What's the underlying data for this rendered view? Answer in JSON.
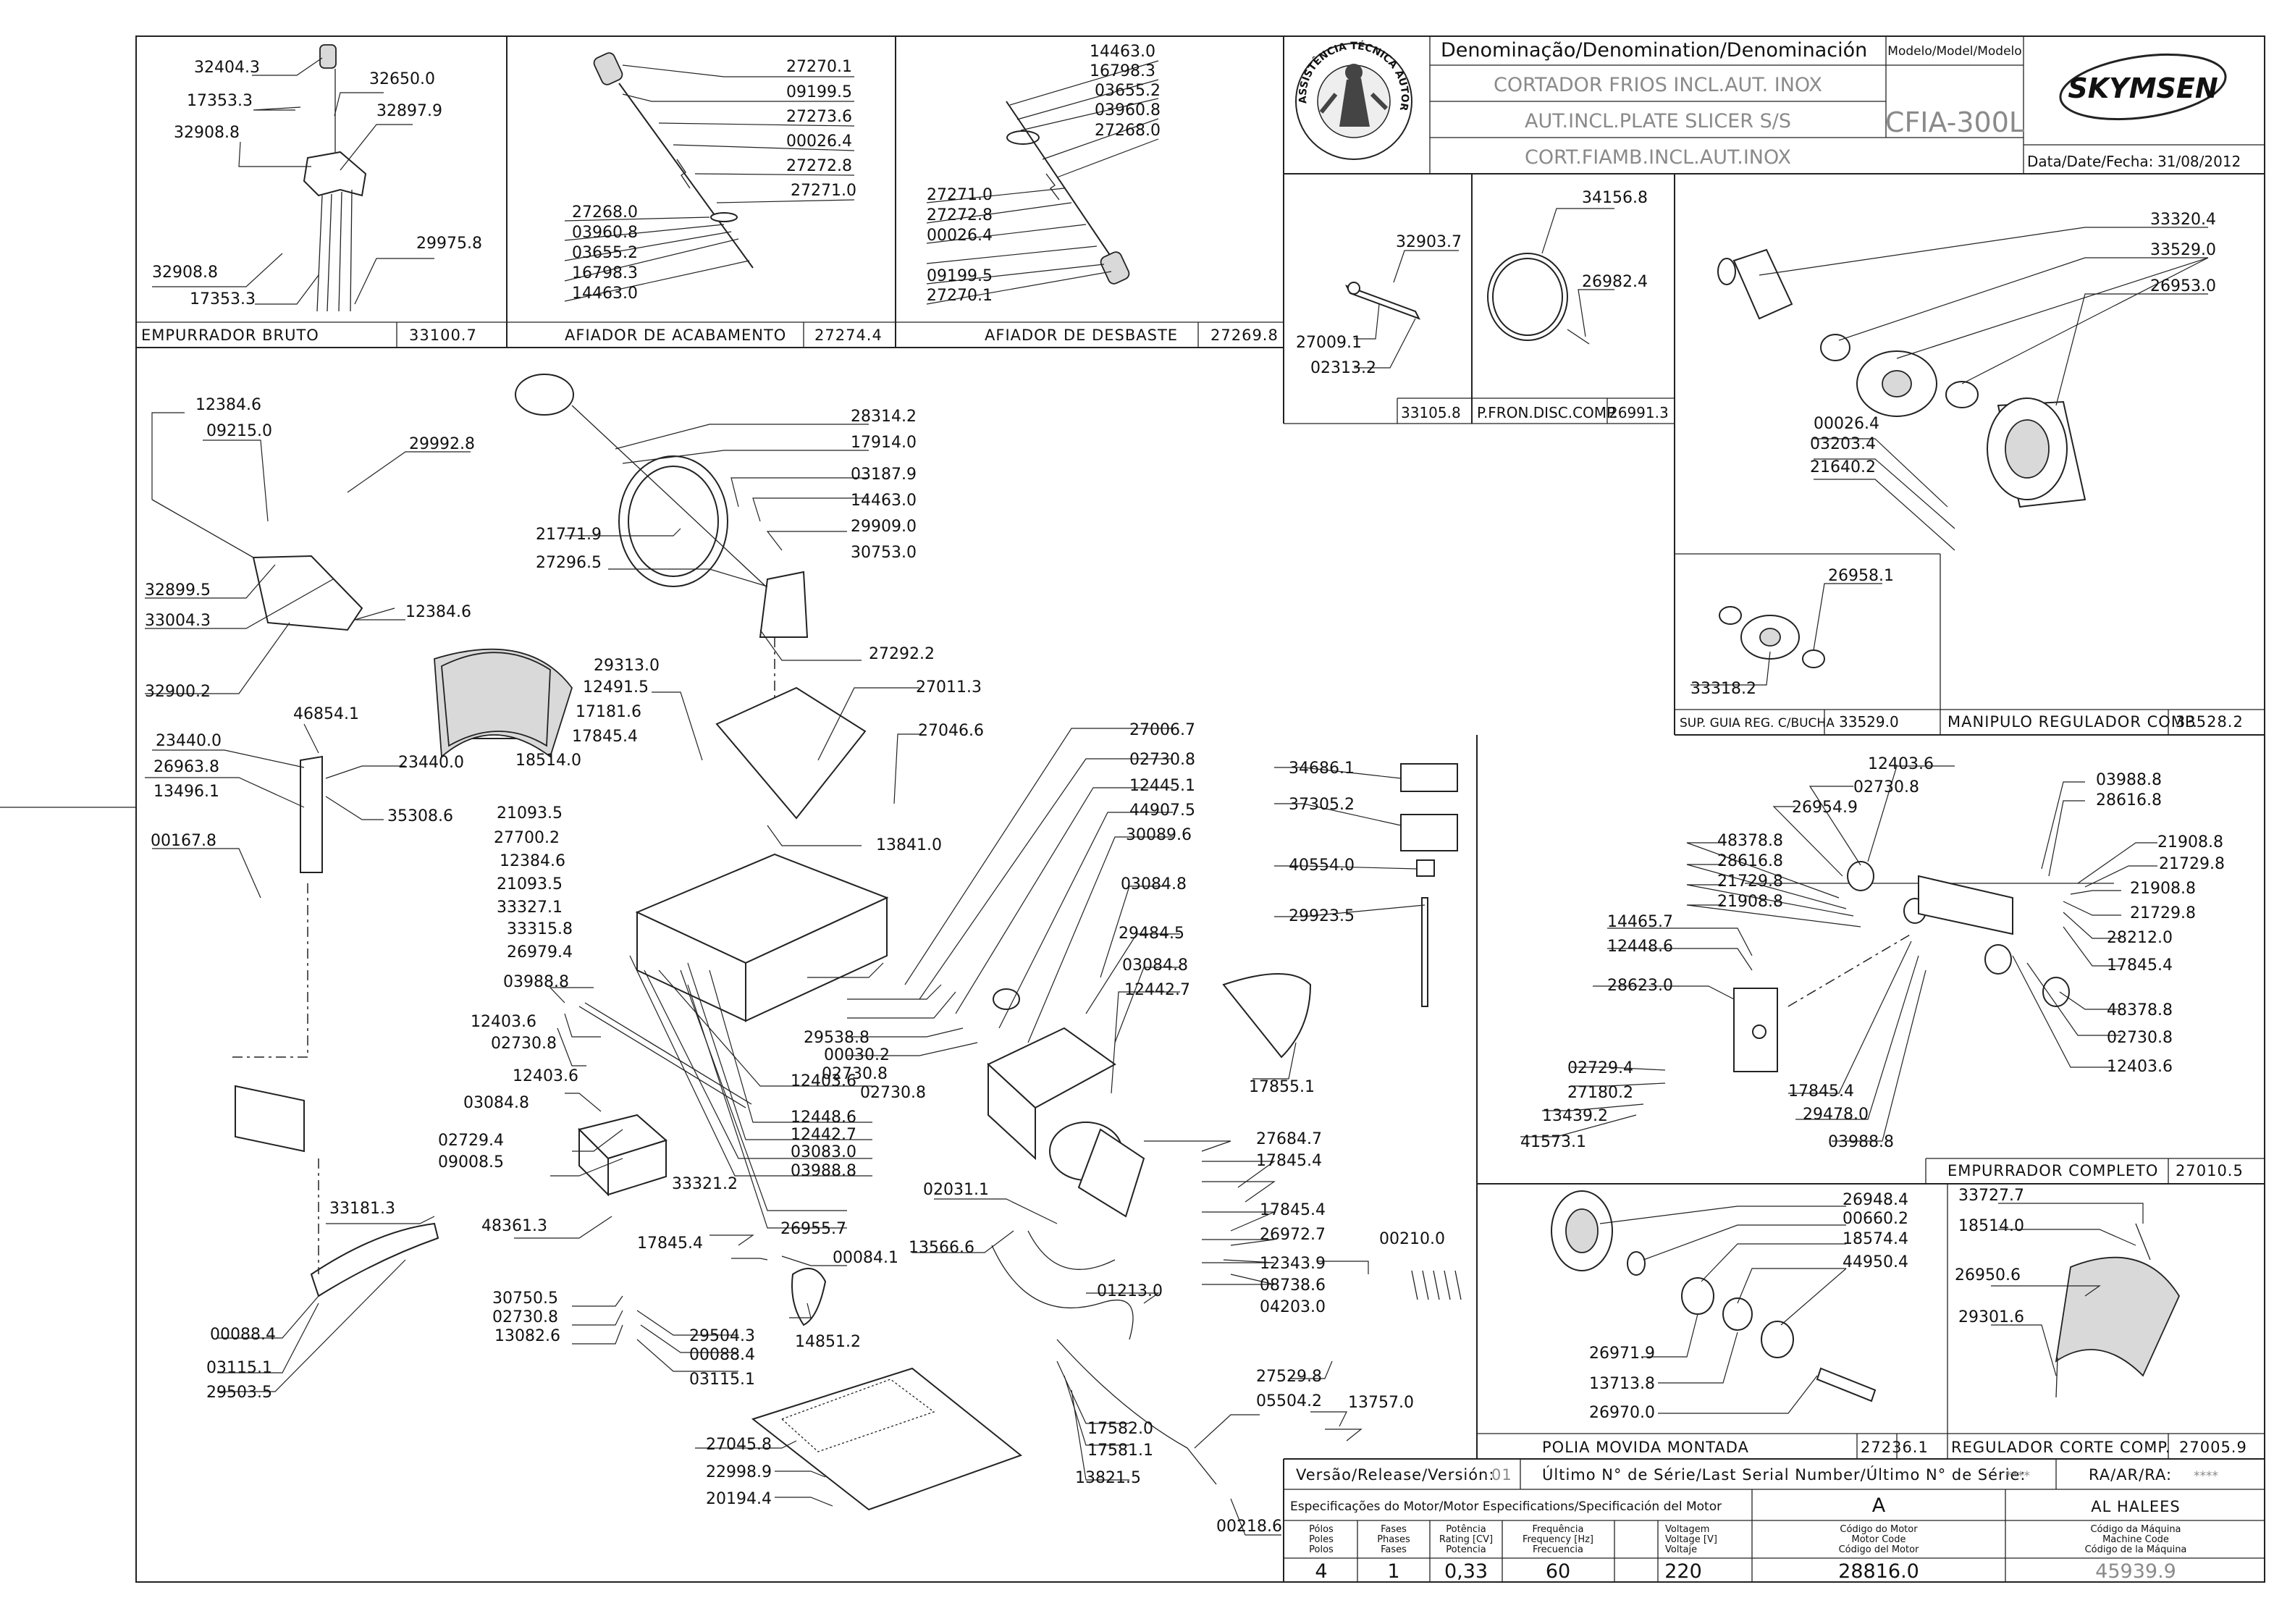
{
  "header": {
    "denomination_label": "Denominação/Denomination/Denominación",
    "model_label": "Modelo/Model/Modelo",
    "names": [
      "CORTADOR FRIOS INCL.AUT. INOX",
      "AUT.INCL.PLATE SLICER S/S",
      "CORT.FIAMB.INCL.AUT.INOX"
    ],
    "model": "CFIA-300L",
    "brand": "SKYMSEN",
    "date_label": "Data/Date/Fecha:",
    "date": "31/08/2012",
    "seal_text": "ASSISTÊNCIA TÉCNICA AUTORIZADA"
  },
  "subassemblies": [
    {
      "name": "EMPURRADOR BRUTO",
      "code": "33100.7"
    },
    {
      "name": "AFIADOR DE ACABAMENTO",
      "code": "27274.4"
    },
    {
      "name": "AFIADOR DE DESBASTE",
      "code": "27269.8"
    },
    {
      "name": "",
      "code": "33105.8"
    },
    {
      "name": "P.FRON.DISC.COMP.",
      "code": "26991.3"
    },
    {
      "name": "SUP. GUIA REG. C/BUCHA",
      "code": "33529.0"
    },
    {
      "name": "MANIPULO REGULADOR COMP.",
      "code": "33528.2"
    },
    {
      "name": "EMPURRADOR COMPLETO",
      "code": "27010.5"
    },
    {
      "name": "POLIA MOVIDA MONTADA",
      "code": "27236.1"
    },
    {
      "name": "REGULADOR CORTE COMP.",
      "code": "27005.9"
    }
  ],
  "labels": {
    "emp_bruto": [
      "32404.3",
      "32650.0",
      "17353.3",
      "32897.9",
      "32908.8",
      "32908.8",
      "17353.3",
      "29975.8"
    ],
    "afiador_acab": [
      "27270.1",
      "09199.5",
      "27273.6",
      "00026.4",
      "27272.8",
      "27271.0",
      "27268.0",
      "03960.8",
      "03655.2",
      "16798.3",
      "14463.0"
    ],
    "afiador_desb": [
      "14463.0",
      "16798.3",
      "03655.2",
      "03960.8",
      "27268.0",
      "27271.0",
      "27272.8",
      "00026.4",
      "09199.5",
      "27270.1"
    ],
    "box_33105": [
      "32903.7",
      "27009.1",
      "02313.2"
    ],
    "box_26991": [
      "34156.8",
      "26982.4"
    ],
    "manipulo": [
      "33320.4",
      "33529.0",
      "26953.0",
      "00026.4",
      "03203.4",
      "21640.2"
    ],
    "sup_guia": [
      "26958.1",
      "33318.2"
    ],
    "main_left": [
      "12384.6",
      "09215.0",
      "29992.8",
      "32899.5",
      "33004.3",
      "12384.6",
      "32900.2",
      "46854.1",
      "23440.0",
      "23440.0",
      "26963.8",
      "13496.1",
      "35308.6",
      "00167.8",
      "33181.3",
      "00088.4",
      "03115.1",
      "29503.5"
    ],
    "main_center": [
      "28314.2",
      "17914.0",
      "03187.9",
      "14463.0",
      "29909.0",
      "21771.9",
      "30753.0",
      "27296.5",
      "27292.2",
      "29313.0",
      "12491.5",
      "27011.3",
      "17181.6",
      "17845.4",
      "27046.6",
      "18514.0",
      "21093.5",
      "27700.2",
      "12384.6",
      "21093.5",
      "33327.1",
      "13841.0",
      "33315.8",
      "26979.4",
      "03988.8",
      "12403.6",
      "02730.8",
      "12403.6",
      "03084.8",
      "02729.4",
      "09008.5",
      "48361.3",
      "33321.2",
      "17845.4",
      "00084.1",
      "30750.5",
      "02730.8",
      "13082.6",
      "29504.3",
      "00088.4",
      "03115.1",
      "14851.2",
      "27045.8",
      "22998.9",
      "20194.4",
      "26955.7",
      "03988.8",
      "03083.0",
      "12403.6",
      "12448.6",
      "12442.7",
      "02730.8",
      "02730.8",
      "00030.2",
      "29538.8"
    ],
    "main_right": [
      "27006.7",
      "02730.8",
      "12445.1",
      "44907.5",
      "30089.6",
      "03084.8",
      "29484.5",
      "03084.8",
      "12442.7",
      "02031.1",
      "13566.6",
      "27684.7",
      "17845.4",
      "17845.4",
      "26972.7",
      "12343.9",
      "08738.6",
      "04203.0",
      "01213.0",
      "00210.0",
      "17582.0",
      "17581.1",
      "13821.5",
      "27529.8",
      "05504.2",
      "13757.0",
      "00218.6",
      "17855.1"
    ],
    "accessories": [
      "34686.1",
      "37305.2",
      "40554.0",
      "29923.5"
    ],
    "emp_completo": [
      "12403.6",
      "03988.8",
      "02730.8",
      "28616.8",
      "26954.9",
      "21908.8",
      "48378.8",
      "28616.8",
      "21729.8",
      "21729.8",
      "21908.8",
      "21908.8",
      "21729.8",
      "14465.7",
      "28212.0",
      "12448.6",
      "17845.4",
      "28623.0",
      "48378.8",
      "02729.4",
      "02730.8",
      "27180.2",
      "12403.6",
      "13439.2",
      "17845.4",
      "41573.1",
      "29478.0",
      "03988.8"
    ],
    "polia": [
      "26948.4",
      "00660.2",
      "18574.4",
      "44950.4",
      "26971.9",
      "13713.8",
      "26970.0"
    ],
    "regulador": [
      "33727.7",
      "18514.0",
      "26950.6",
      "29301.6"
    ]
  },
  "footer": {
    "version_label": "Versão/Release/Versión:",
    "version": "01",
    "serial_label": "Último N° de Série/Last Serial Number/Último N° de Série:",
    "serial": "****",
    "ra_label": "RA/AR/RA:",
    "ra": "****",
    "motor_spec_label": "Especificações do Motor/Motor Especifications/Specificación del Motor",
    "column_a": "A",
    "column_b": "AL HALEES",
    "headers": [
      [
        "Pólos",
        "Poles",
        "Polos"
      ],
      [
        "Fases",
        "Phases",
        "Fases"
      ],
      [
        "Potência",
        "Rating [CV]",
        "Potencia"
      ],
      [
        "Frequência",
        "Frequency [Hz]",
        "Frecuencia"
      ],
      [
        "Voltagem",
        "Voltage [V]",
        "Voltaje"
      ],
      [
        "Código do Motor",
        "Motor Code",
        "Código del Motor"
      ],
      [
        "Código da Máquina",
        "Machine Code",
        "Código de la Máquina"
      ]
    ],
    "values": [
      "4",
      "1",
      "0,33",
      "60",
      "220",
      "28816.0",
      "45939.9"
    ]
  }
}
